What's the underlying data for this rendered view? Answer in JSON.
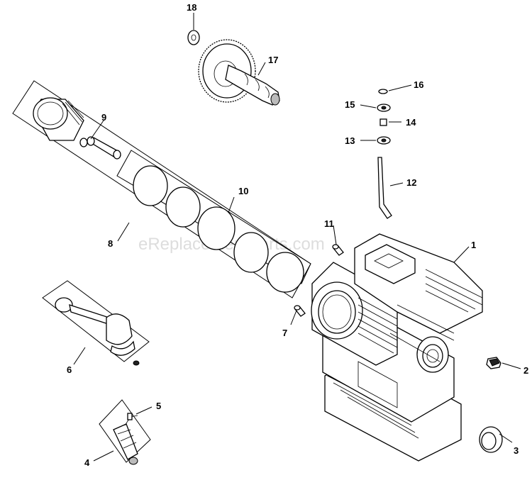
{
  "watermark": "eReplacementParts.com",
  "callouts": [
    "1",
    "2",
    "3",
    "4",
    "5",
    "6",
    "7",
    "8",
    "9",
    "10",
    "11",
    "12",
    "13",
    "14",
    "15",
    "16",
    "17",
    "18"
  ]
}
